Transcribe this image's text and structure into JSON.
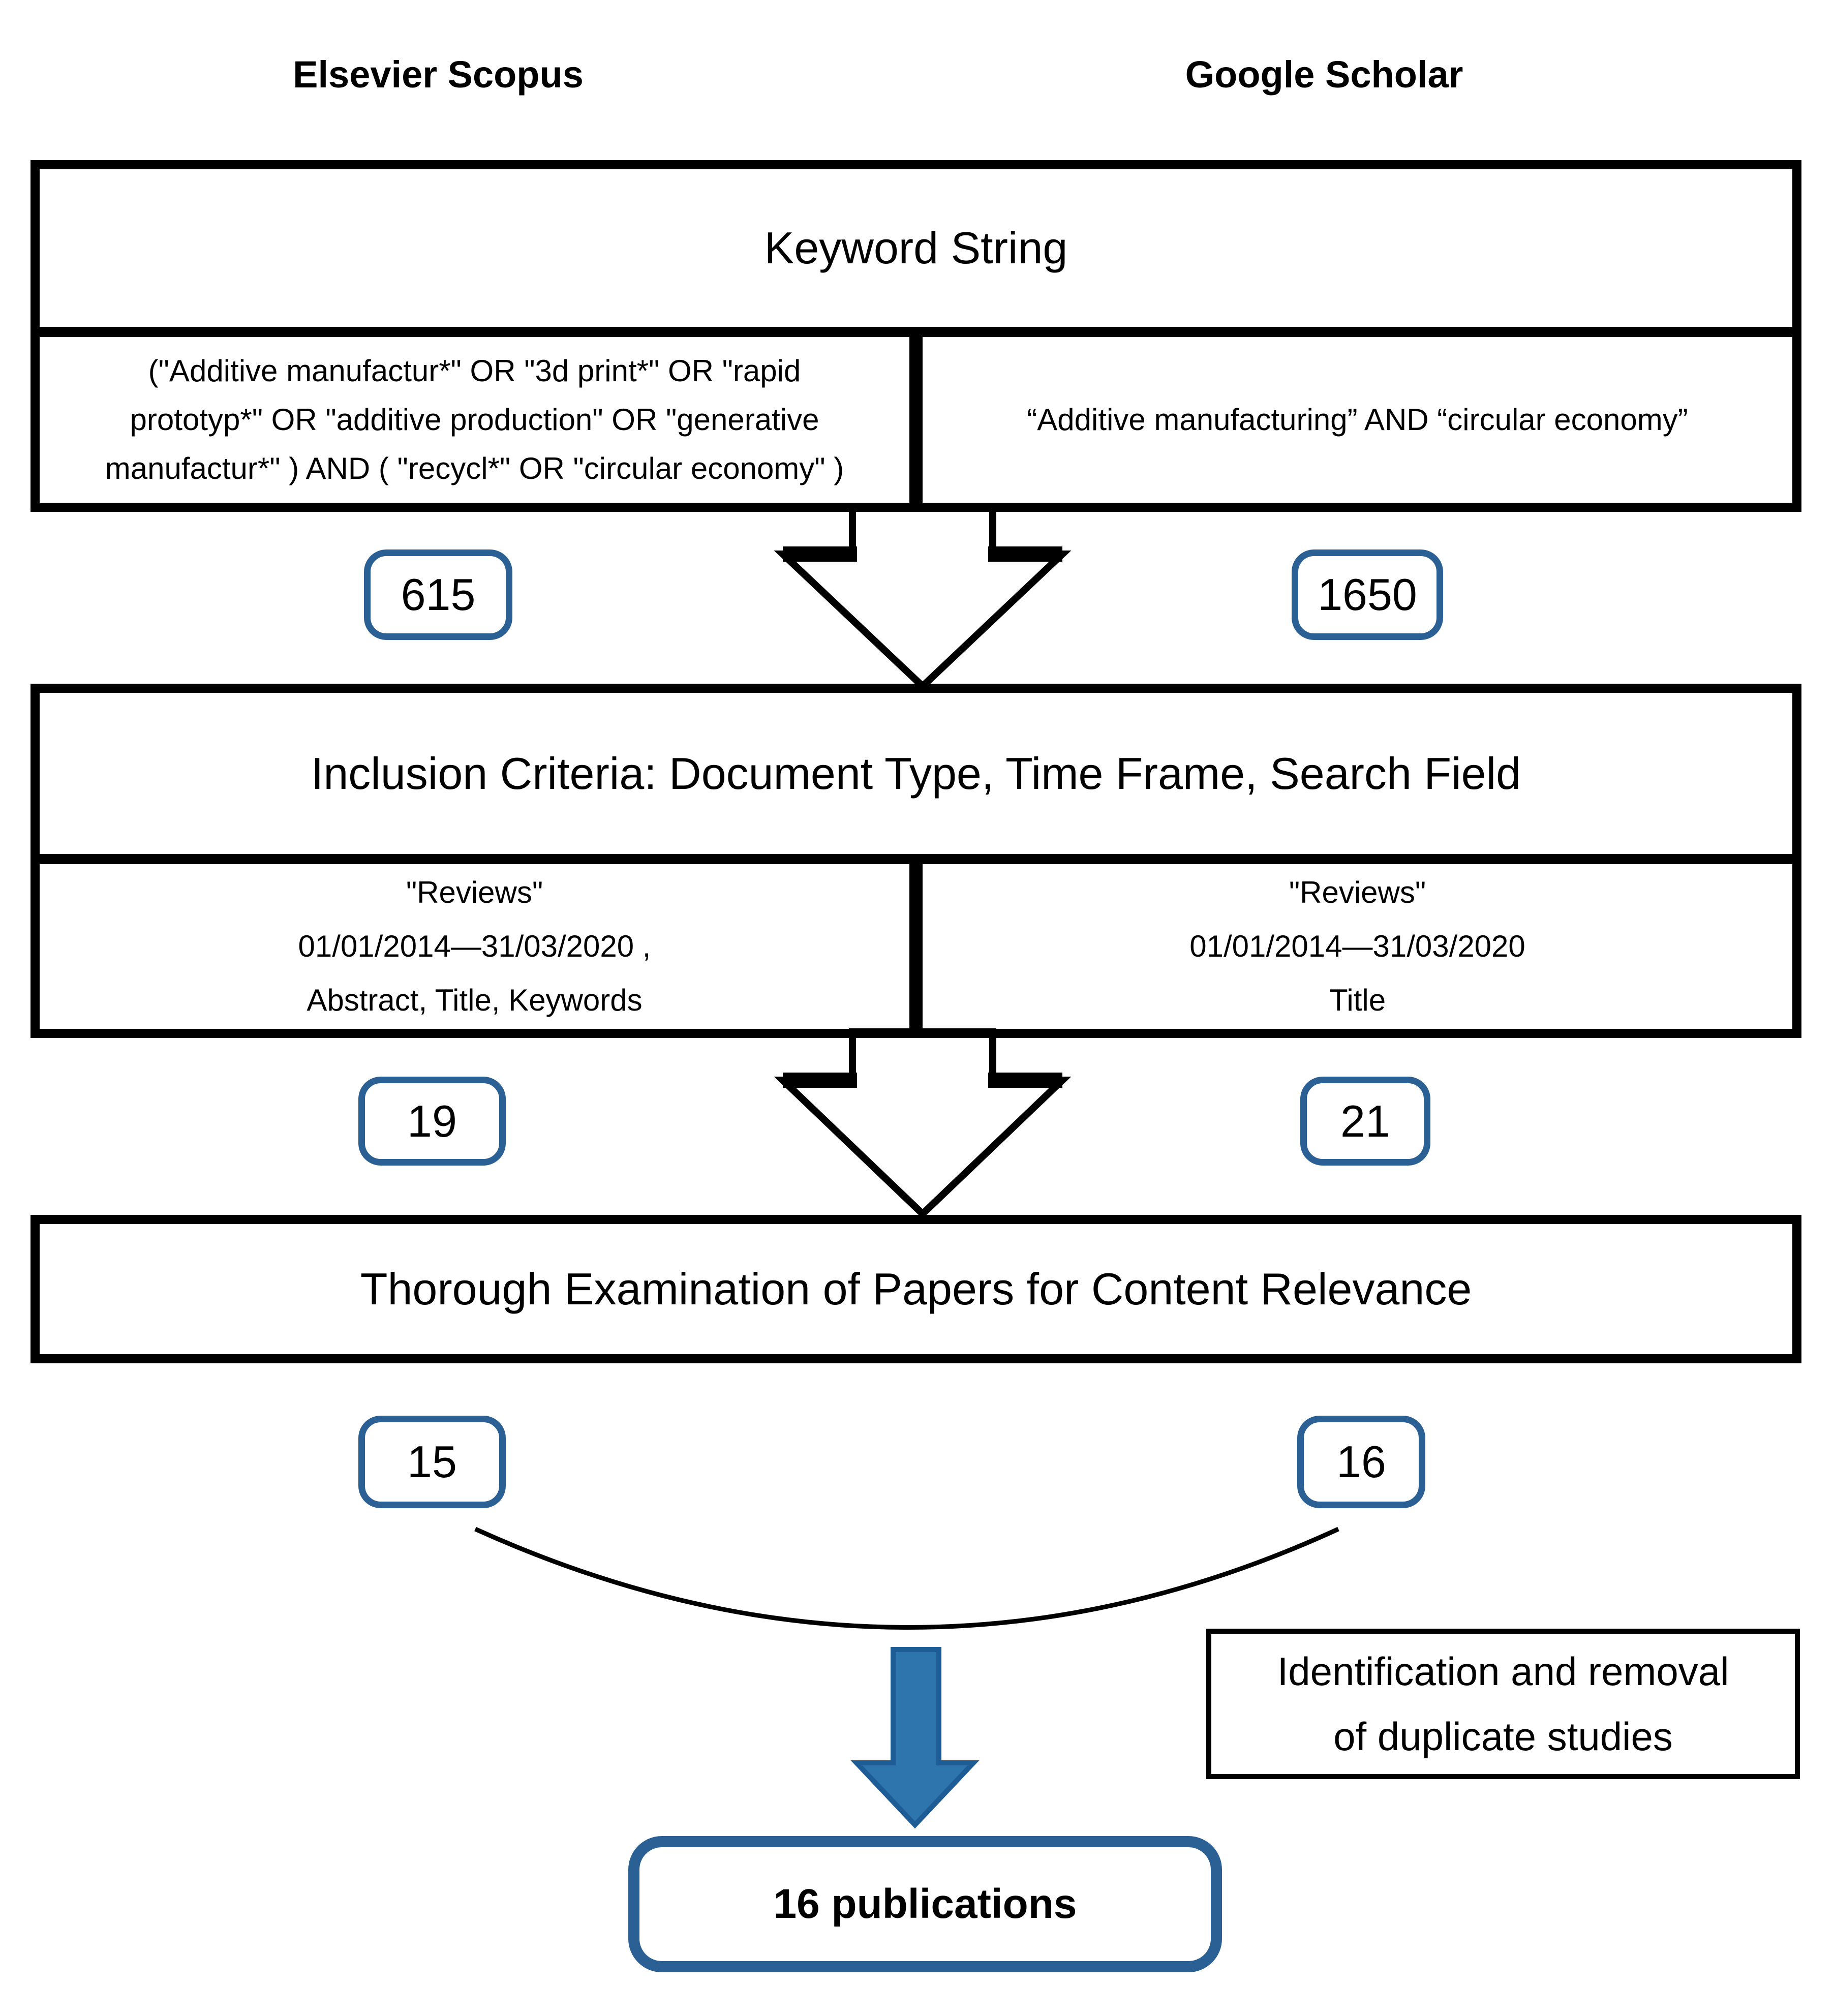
{
  "column_headers": {
    "left": "Elsevier Scopus",
    "right": "Google Scholar"
  },
  "keyword_section": {
    "title": "Keyword String",
    "scopus_query_lines": [
      "(\"Additive manufactur*\" OR \"3d print*\" OR \"rapid",
      "prototyp*\" OR \"additive production\" OR \"generative",
      "manufactur*\" ) AND ( \"recycl*\" OR \"circular economy\" )"
    ],
    "google_query": "“Additive manufacturing” AND “circular economy”",
    "scopus_count": "615",
    "google_count": "1650"
  },
  "inclusion_section": {
    "title": "Inclusion Criteria: Document Type, Time Frame, Search Field",
    "scopus_criteria_lines": [
      "\"Reviews\"",
      "01/01/2014—31/03/2020 ,",
      "Abstract, Title, Keywords"
    ],
    "google_criteria_lines": [
      "\"Reviews\"",
      "01/01/2014—31/03/2020",
      "Title"
    ],
    "scopus_count": "19",
    "google_count": "21"
  },
  "examination_section": {
    "title": "Thorough Examination of Papers for Content Relevance",
    "scopus_count": "15",
    "google_count": "16"
  },
  "dedup_note": {
    "line1": "Identification and removal",
    "line2": "of duplicate studies"
  },
  "result_box": {
    "label": "16 publications"
  },
  "colors": {
    "accent_blue": "#2A6093",
    "merge_arrow_fill": "#2E74AD",
    "merge_arrow_outline": "#1E5C95",
    "line_black": "#000000"
  }
}
